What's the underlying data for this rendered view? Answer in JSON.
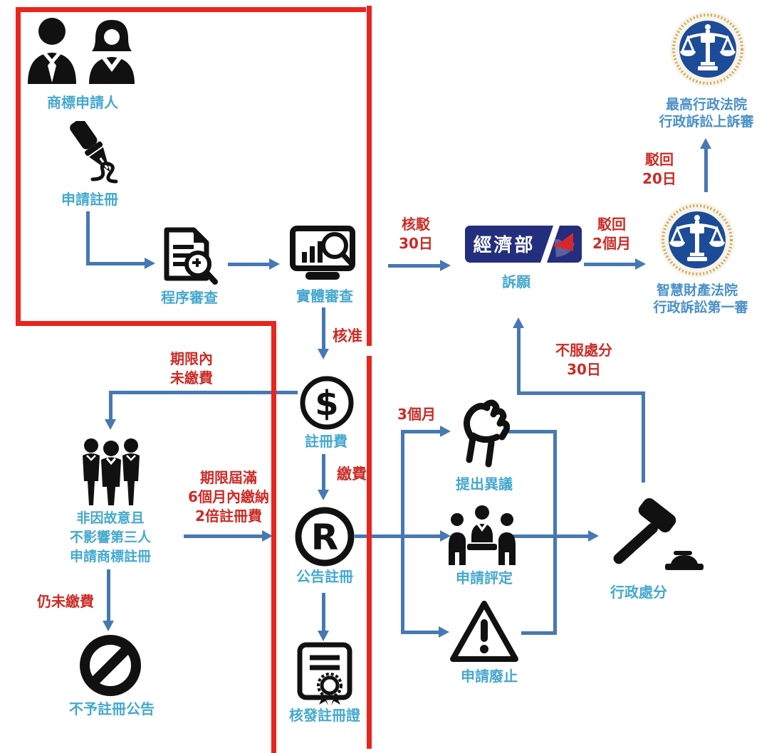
{
  "title_note": "Taiwan trademark registration flow chart",
  "colors": {
    "arrow_blue": "#4678b4",
    "label_blue": "#45a8cf",
    "court_label_blue": "#4a90c8",
    "red_text": "#cc2b26",
    "red_annotation": "#e9251c",
    "icon_black": "#111111",
    "seal_navy": "#1c4b97",
    "seal_gold": "#c9a95c",
    "moea_navy": "#232e7d",
    "moea_red": "#d7262c"
  },
  "nodes": {
    "applicant": {
      "label": "商標申請人"
    },
    "apply": {
      "label": "申請註冊"
    },
    "formal_exam": {
      "label": "程序審查"
    },
    "substantive_exam": {
      "label": "實體審查"
    },
    "registration_fee": {
      "label": "註冊費",
      "symbol": "$"
    },
    "publication": {
      "label": "公告註冊",
      "symbol": "R"
    },
    "certificate": {
      "label": "核發註冊證"
    },
    "restore": {
      "lines": [
        "非因故意且",
        "不影響第三人",
        "申請商標註冊"
      ]
    },
    "no_registration": {
      "label": "不予註冊公告"
    },
    "moea": {
      "logo_text": "經濟部",
      "label": "訴願"
    },
    "ip_court": {
      "lines": [
        "智慧財產法院",
        "行政訴訟第一審"
      ]
    },
    "supreme_court": {
      "lines": [
        "最高行政法院",
        "行政訴訟上訴審"
      ]
    },
    "opposition": {
      "label": "提出異議"
    },
    "invalidation": {
      "label": "申請評定"
    },
    "revocation": {
      "label": "申請廢止"
    },
    "disposition": {
      "label": "行政處分"
    }
  },
  "edge_labels": {
    "approved": "核准",
    "pay_fee": "繳費",
    "deadline_unpaid": [
      "期限內",
      "未繳費"
    ],
    "late_payment": [
      "期限屆滿",
      "6個月內繳納",
      "2倍註冊費"
    ],
    "still_unpaid": "仍未繳費",
    "rejection_30d": [
      "核駁",
      "30日"
    ],
    "dismiss_2m": [
      "駁回",
      "2個月"
    ],
    "dismiss_20d": [
      "駁回",
      "20日"
    ],
    "three_months": "3個月",
    "appeal_30d": [
      "不服處分",
      "30日"
    ]
  }
}
